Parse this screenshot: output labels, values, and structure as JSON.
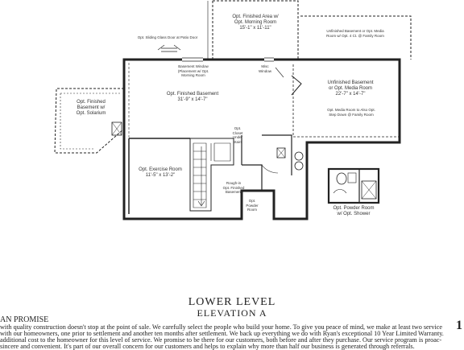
{
  "rooms": {
    "morning_room": "Opt. Finished Area w/\nOpt. Morning Room\n15'-1\" x 11'-11\"",
    "unfinished_media_top": "Unfinished Basement or Opt. Media\nRoom w/ Opt. 4 Ct. @ Family Room",
    "sliding_door": "Opt. Sliding Glass Door at Patio Door",
    "basement_window": "Basement Window\n(Placement w/ Opt.\nMorning Room",
    "misc_window": "Misc\nWindow",
    "finished_basement": "Opt. Finished Basement\n31'-9\" x 14'-7\"",
    "unfinished_media": "Unfinished Basement\nor Opt. Media Room\n22'-7\" x 14'-7\"",
    "media_note": "Opt. Media Room to Also Opt.\nStep Down @ Family Room",
    "finished_solarium": "Opt. Finished\nBasement w/\nOpt. Solarium",
    "closet": "Opt.\nCloset\nUnder\nStairs",
    "exercise_room": "Opt. Exercise Room\n11'-5\" x 13'-2\"",
    "rough_in": "Rough-in\nOpt. Finished\nBasement",
    "powder_small": "Opt.\nPowder\nRoom",
    "powder_room": "Opt. Powder Room\nw/ Opt. Shower"
  },
  "title": {
    "level": "LOWER LEVEL",
    "elevation": "ELEVATION A"
  },
  "promise": {
    "heading": "AN PROMISE",
    "lines": [
      "with quality construction doesn't stop at the point of sale. We carefully select the people who build your home. To give you peace of mind, we make at least two service",
      "with our homeowners, one prior to settlement and another ten months after settlement. We back up everything we do with Ryan's exceptional 10 Year Limited Warranty.",
      "additional cost to the homeowner for this level of service. We promise to be there for our customers, both before and after they purchase. Our service program is proac-",
      "sincere and convenient. It's part of our overall concern for our customers and helps to explain why more than half our business is generated through referrals."
    ]
  },
  "edge_mark": "1"
}
